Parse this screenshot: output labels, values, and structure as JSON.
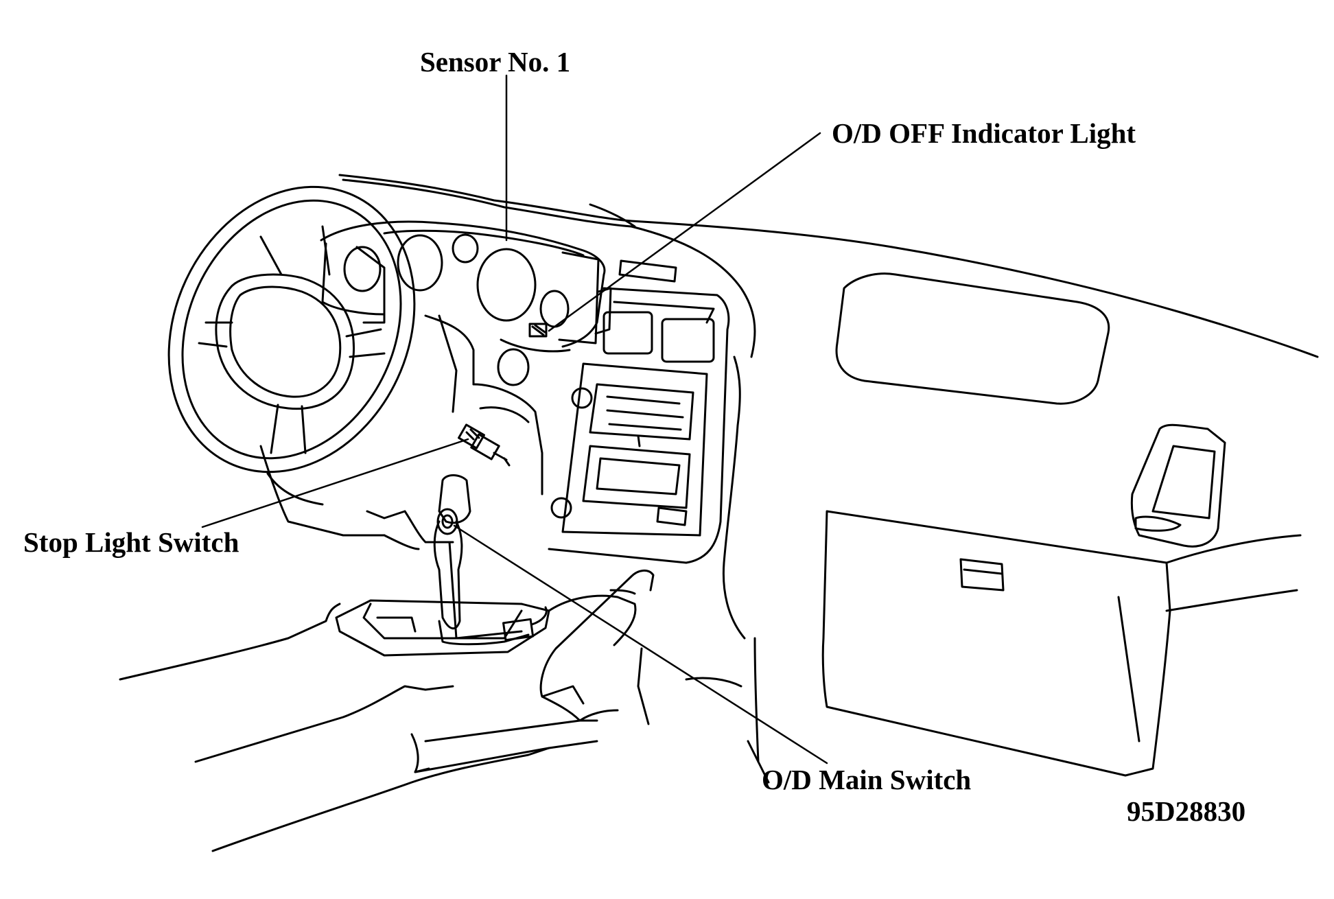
{
  "diagram": {
    "callouts": {
      "sensor_no1": "Sensor No. 1",
      "od_off_indicator": "O/D OFF Indicator Light",
      "stop_light_switch": "Stop Light Switch",
      "od_main_switch": "O/D Main Switch"
    },
    "figure_code": "95D28830",
    "line_color": "#000000",
    "background_color": "#ffffff"
  }
}
